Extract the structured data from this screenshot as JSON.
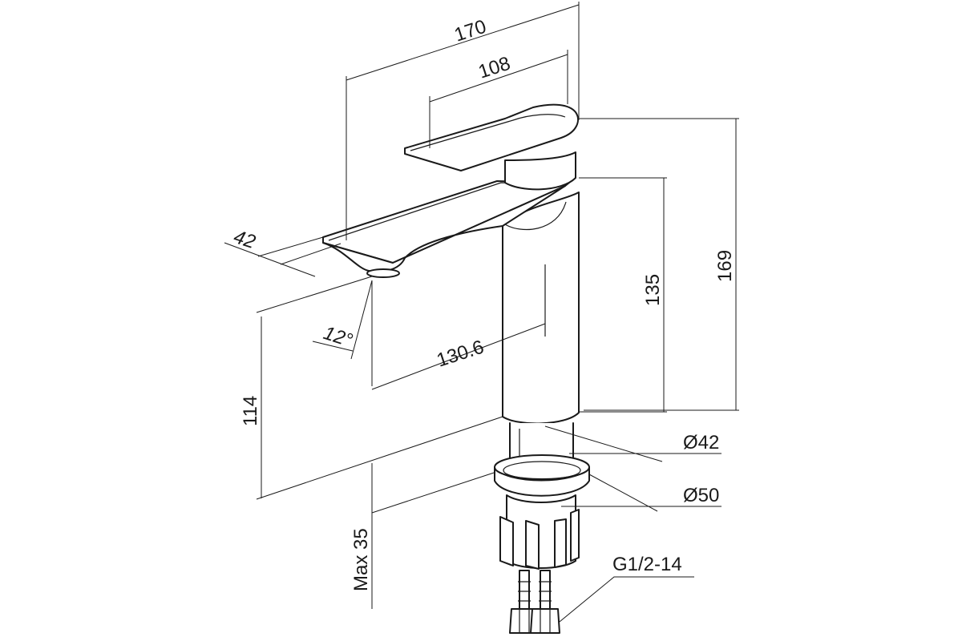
{
  "labels": {
    "overall_length": "170",
    "lever_length": "108",
    "spout_width": "42",
    "spout_angle": "12°",
    "spout_reach": "130.6",
    "spout_height": "114",
    "body_height": "135",
    "total_height": "169",
    "body_diameter": "Ø42",
    "base_diameter": "Ø50",
    "max_thickness": "Max 35",
    "thread": "G1/2-14"
  }
}
